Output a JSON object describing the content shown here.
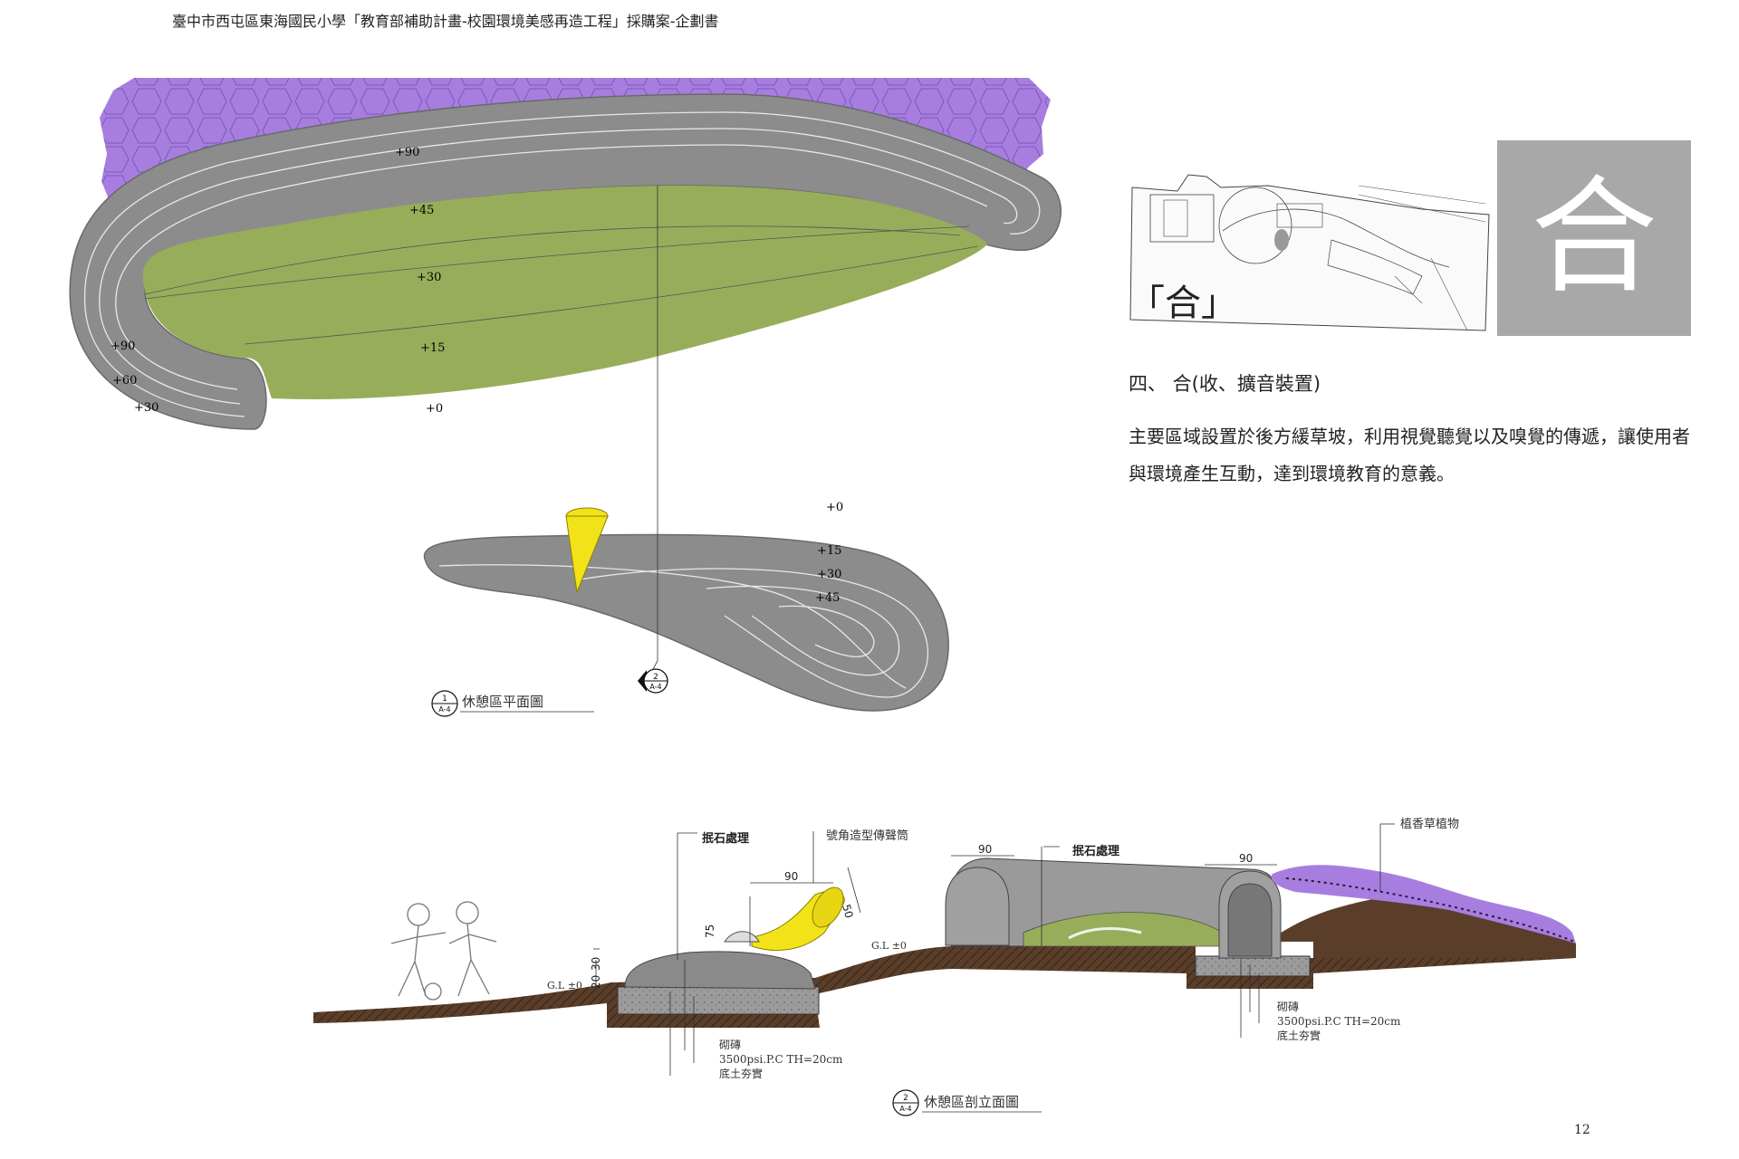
{
  "header": {
    "title": "臺中市西屯區東海國民小學「教育部補助計畫-校園環境美感再造工程」採購案-企劃書"
  },
  "badge": {
    "char": "合"
  },
  "site_map": {
    "label": "「合」"
  },
  "section": {
    "heading": "四、  合(收、擴音裝置)",
    "paragraph": "主要區域設置於後方緩草坡，利用視覺聽覺以及嗅覺的傳遞，讓使用者與環境產生互動，達到環境教育的意義。"
  },
  "plan": {
    "caption": "休憩區平面圖",
    "callout_main": {
      "num": "1",
      "sheet": "A-4"
    },
    "section_marker": {
      "num": "2",
      "sheet": "A-4"
    },
    "upper_levels": [
      "+90",
      "+45",
      "+30",
      "+15",
      "+0",
      "+90",
      "+60",
      "+30"
    ],
    "lower_levels": [
      "+0",
      "+15",
      "+30",
      "+45"
    ]
  },
  "section_drawing": {
    "caption": "休憩區剖立面圖",
    "callout": {
      "num": "2",
      "sheet": "A-4"
    },
    "labels": {
      "stone_left": "抿石處理",
      "horn": "號角造型傳聲筒",
      "stone_right": "抿石處理",
      "plants": "植香草植物",
      "gl_left": "G.L ±0",
      "gl_mid": "G.L ±0",
      "brick_left": "砌磚",
      "concrete_left": "3500psi.P.C TH=20cm",
      "soil_left": "底土夯實",
      "brick_right": "砌磚",
      "concrete_right": "3500psi.P.C TH=20cm",
      "soil_right": "底土夯實"
    },
    "dims": {
      "horn_width": "90",
      "horn_height": "50",
      "pedestal": "75",
      "tunnel_left": "90",
      "tunnel_right": "90",
      "base_30": "30",
      "base_20": "20"
    }
  },
  "page_number": "12",
  "colors": {
    "lavender": "#a77ee0",
    "grass": "#98ad5a",
    "path": "#8c8c8c",
    "horn": "#f2e318",
    "soil": "#5a3e2a",
    "badge": "#a8a8a8"
  }
}
